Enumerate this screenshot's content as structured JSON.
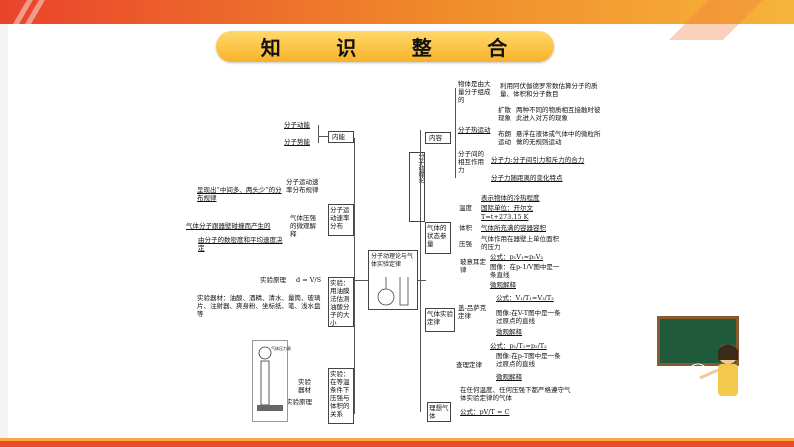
{
  "title": [
    "知",
    "识",
    "整",
    "合"
  ],
  "root": "分子动理论与气体实验定律",
  "left": {
    "neineng": {
      "label": "内能",
      "items": [
        "分子动能",
        "分子势能"
      ]
    },
    "sulv": {
      "label": "分子运动速率分布",
      "items": [
        "呈现出“中间多、两头少”的分布规律",
        "分子运动速率分布规律",
        "气体分子跟器壁碰撞而产生的",
        "气体压强的微观解释",
        "由分子的数密度和平均速度决定"
      ]
    },
    "shiyan1": {
      "label": "实验：用油膜法估测油酸分子的大小",
      "items": [
        "实验原理",
        "实验器材：油酸、酒精、清水、量筒、玻璃片、注射器、爽身粉、坐标纸、笔、浅水盘等"
      ],
      "formula": "d = V/S"
    },
    "shiyan2": {
      "label": "实验：在等温条件下压强与体积的关系",
      "items": [
        "实验器材",
        "实验原理"
      ],
      "gauge": "气体压力表"
    }
  },
  "right": {
    "center": "分子动理论",
    "neirong": {
      "label": "内容",
      "a": "物体是由大量分子组成的",
      "a1": "利用阿伏伽德罗常数估算分子的质量、体积和分子数目",
      "b": "分子热运动",
      "b1": "扩散现象",
      "b1t": "两种不同的物质相互接触时彼此进入对方的现象",
      "b2": "布朗运动",
      "b2t": "悬浮在液体或气体中的微粒所做的无规则运动",
      "c": "分子间的相互作用力",
      "c1": "分子力:分子间引力和斥力的合力",
      "c2": "分子力随距离的变化特点"
    },
    "zhuangtai": {
      "label": "气体的状态参量",
      "wendu": "温度",
      "w1": "表示物体的冷热程度",
      "w2": "国际单位：开尔文",
      "w3": "T=t+273.15 K",
      "tiji": "体积",
      "t1": "气体所充满的容器容积",
      "yaqiang": "压强",
      "y1": "气体作用在器壁上单位面积的压力"
    },
    "dinglu": {
      "label": "气体实验定律",
      "boyi": "玻意耳定律",
      "g1": "公式：p₁V₁=p₂V₂",
      "g2": "图像：在p-1/V图中是一条直线",
      "g3": "微观解释",
      "gailusake": "盖-吕萨克定律",
      "c1": "公式：V₁/T₁=V₂/T₂",
      "c2": "图像:在V-T图中是一条过原点的直线",
      "c3": "微观解释",
      "chali": "查理定律",
      "h1": "公式：p₁/T₁=p₂/T₂",
      "h2": "图像:在p-T图中是一条过原点的直线",
      "h3": "微观解释"
    },
    "lixiang": {
      "label": "理想气体",
      "l1": "在任何温度、任何压强下都严格遵守气体实验定律的气体",
      "l2": "公式：pV/T = C"
    }
  }
}
